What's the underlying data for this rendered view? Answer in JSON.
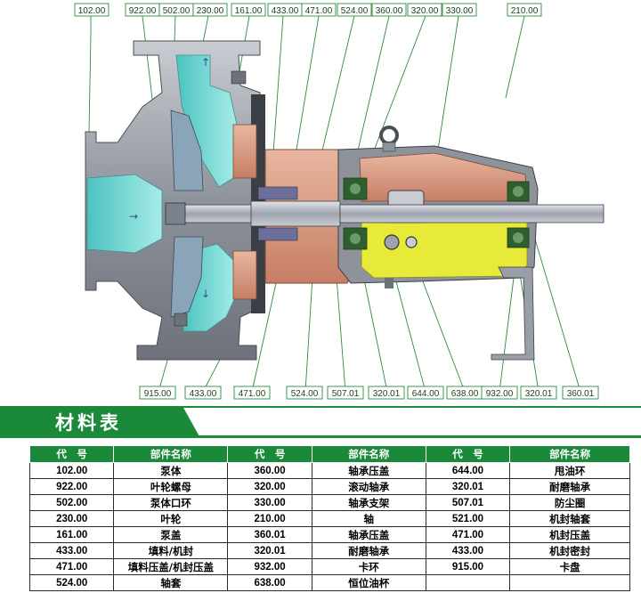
{
  "top_labels": [
    "102.00",
    "922.00",
    "502.00",
    "230.00",
    "161.00",
    "433.00",
    "471.00",
    "524.00",
    "360.00",
    "320.00",
    "330.00",
    "210.00"
  ],
  "bottom_labels": [
    "915.00",
    "433.00",
    "471.00",
    "524.00",
    "507.01",
    "320.01",
    "644.00",
    "638.00",
    "932.00",
    "320.01",
    "360.01"
  ],
  "title": "材料表",
  "table": {
    "headers": [
      "代　号",
      "部件名称",
      "代　号",
      "部件名称",
      "代　号",
      "部件名称"
    ],
    "rows": [
      [
        "102.00",
        "泵体",
        "360.00",
        "轴承压盖",
        "644.00",
        "甩油环"
      ],
      [
        "922.00",
        "叶轮螺母",
        "320.00",
        "滚动轴承",
        "320.01",
        "耐磨轴承"
      ],
      [
        "502.00",
        "泵体口环",
        "330.00",
        "轴承支架",
        "507.01",
        "防尘圈"
      ],
      [
        "230.00",
        "叶轮",
        "210.00",
        "轴",
        "521.00",
        "机封轴套"
      ],
      [
        "161.00",
        "泵盖",
        "360.01",
        "轴承压盖",
        "471.00",
        "机封压盖"
      ],
      [
        "433.00",
        "填料/机封",
        "320.01",
        "耐磨轴承",
        "433.00",
        "机封密封"
      ],
      [
        "471.00",
        "填料压盖/机封压盖",
        "932.00",
        "卡环",
        "915.00",
        "卡盘"
      ],
      [
        "524.00",
        "轴套",
        "638.00",
        "恒位油杯",
        "",
        ""
      ]
    ]
  },
  "colors": {
    "casing_gray": "#9a9ea6",
    "water_cyan": "#6fd3d0",
    "copper": "#d99a80",
    "oil_yellow": "#e8ea3a",
    "shaft_steel": "#b8bcc6",
    "green_band": "#1a8a3a",
    "leader_green": "#2e8b3e"
  }
}
